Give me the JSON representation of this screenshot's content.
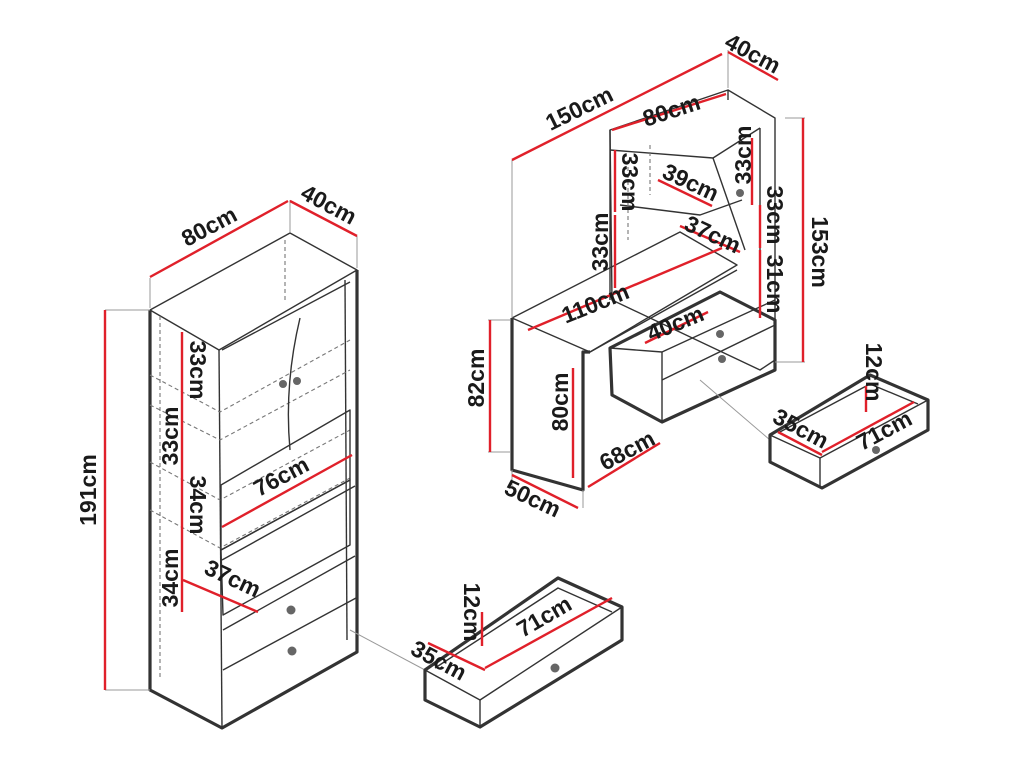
{
  "bookcase": {
    "width": "80cm",
    "depth": "40cm",
    "height": "191cm",
    "shelf_1": "33cm",
    "shelf_2": "33cm",
    "shelf_3": "34cm",
    "shelf_4": "34cm",
    "inner_width": "76cm",
    "inner_depth": "37cm"
  },
  "bookcase_drawer": {
    "height": "12cm",
    "width": "71cm",
    "depth": "35cm"
  },
  "desk": {
    "total_width": "150cm",
    "depth": "40cm",
    "hutch_width": "80cm",
    "hutch_shelf_1": "33cm",
    "hutch_shelf_2": "33cm",
    "hutch_shelf_3": "33cm",
    "hutch_inner_depth": "39cm",
    "hutch_shelf_depth": "37cm",
    "total_height": "153cm",
    "hutch_lower": "31cm",
    "top_length": "110cm",
    "drawer_unit_width": "40cm",
    "height": "82cm",
    "leg_height": "80cm",
    "leg_depth": "50cm",
    "knee_depth": "68cm"
  },
  "desk_drawer": {
    "height": "12cm",
    "width": "71cm",
    "depth": "35cm"
  }
}
